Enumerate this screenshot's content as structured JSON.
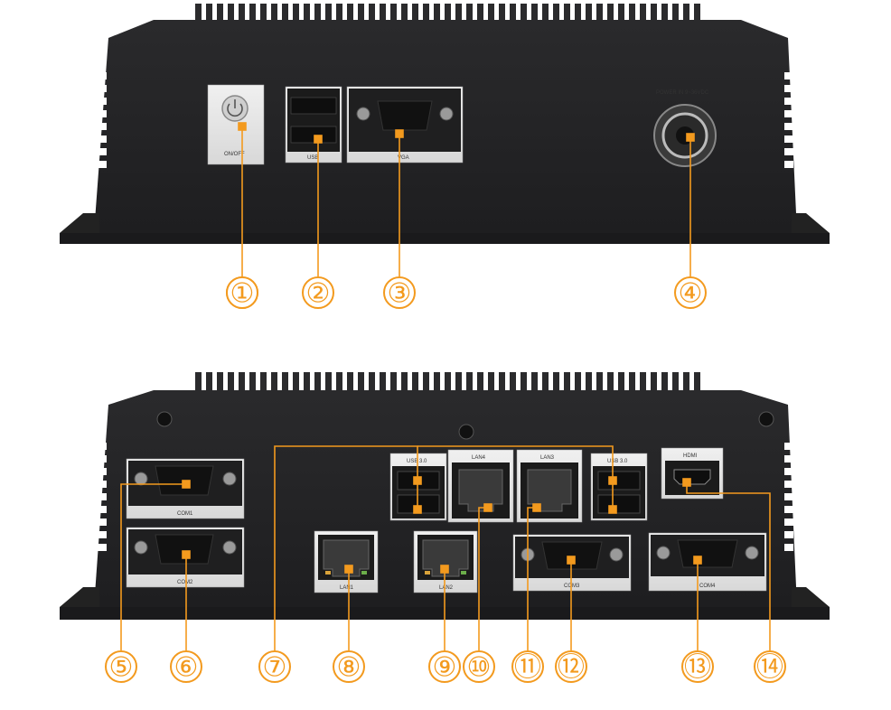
{
  "front_panel": {
    "power_button_label": "ON/OFF",
    "usb_label": "USB",
    "vga_label": "VGA",
    "power_in_label": "POWER IN 9~36VDC"
  },
  "rear_panel": {
    "com1_label": "COM1",
    "com2_label": "COM2",
    "usb30_left_label": "USB 3.0",
    "usb30_right_label": "USB 3.0",
    "lan4_label": "LAN4",
    "lan3_label": "LAN3",
    "hdmi_label": "HDMI",
    "lan1_label": "LAN1",
    "lan2_label": "LAN2",
    "com3_label": "COM3",
    "com4_label": "COM4"
  },
  "callouts": {
    "front": [
      "①",
      "②",
      "③",
      "④"
    ],
    "rear": [
      "⑤",
      "⑥",
      "⑦",
      "⑧",
      "⑨",
      "⑩",
      "⑪",
      "⑫",
      "⑬",
      "⑭"
    ]
  },
  "colors": {
    "chassis": "#2c2c2e",
    "accent": "#f39a1e",
    "plate": "#e6e6e6"
  }
}
